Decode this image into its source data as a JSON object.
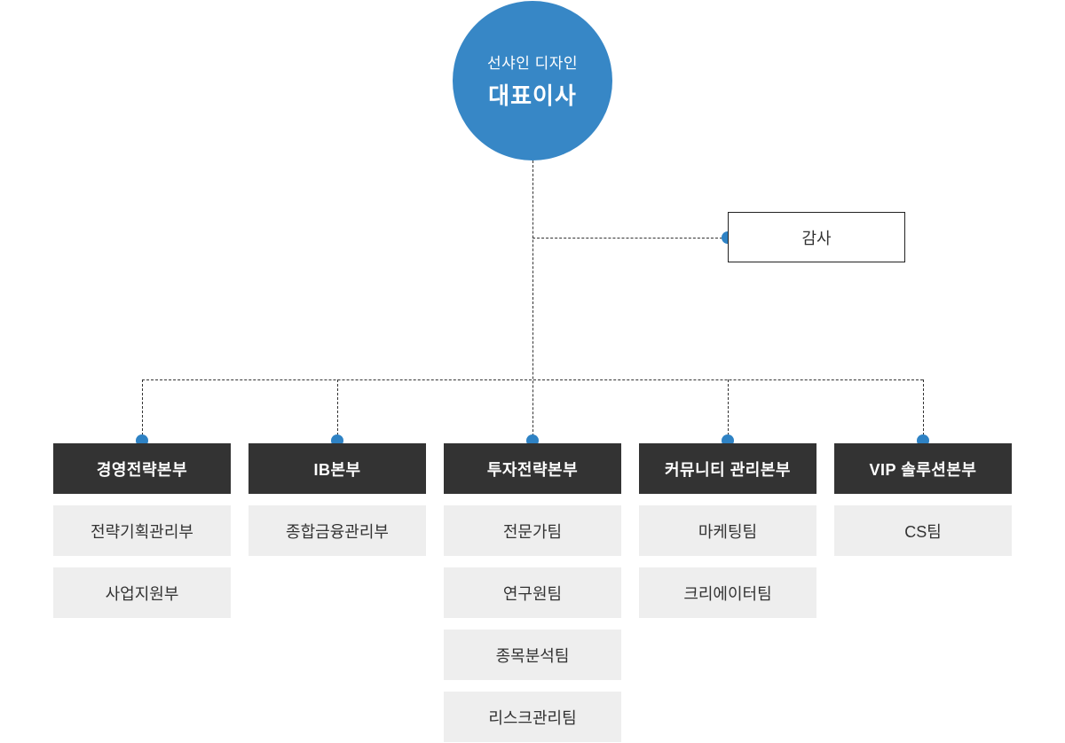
{
  "org_chart": {
    "ceo": {
      "company": "선샤인 디자인",
      "title": "대표이사"
    },
    "audit": {
      "label": "감사"
    },
    "departments": [
      {
        "name": "경영전략본부",
        "teams": [
          "전략기획관리부",
          "사업지원부"
        ]
      },
      {
        "name": "IB본부",
        "teams": [
          "종합금융관리부"
        ]
      },
      {
        "name": "투자전략본부",
        "teams": [
          "전문가팀",
          "연구원팀",
          "종목분석팀",
          "리스크관리팀"
        ]
      },
      {
        "name": "커뮤니티 관리본부",
        "teams": [
          "마케팅팀",
          "크리에이터팀"
        ]
      },
      {
        "name": "VIP 솔루션본부",
        "teams": [
          "CS팀"
        ]
      }
    ],
    "colors": {
      "accent_blue": "#3787c6",
      "header_dark": "#333333",
      "team_bg": "#eeeeee",
      "line": "#333333",
      "audit_border": "#222222"
    }
  }
}
